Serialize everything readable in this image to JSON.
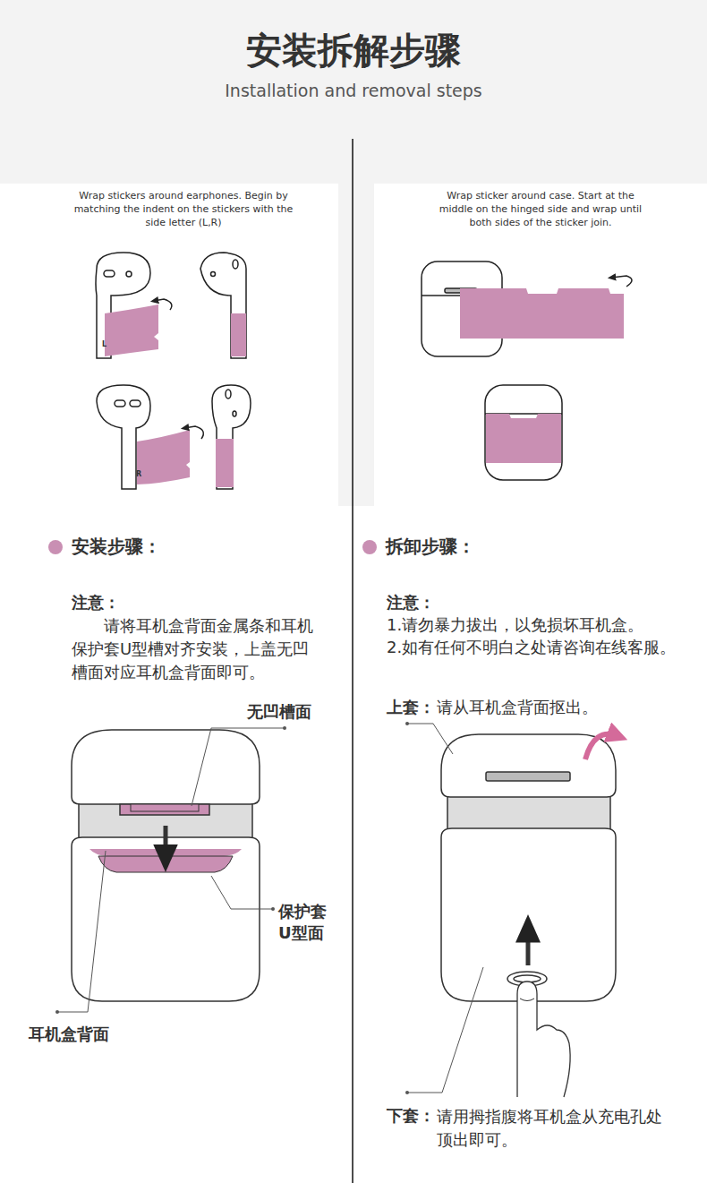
{
  "diagram": {
    "title": "安装拆解步骤",
    "labels": [
      "Installation and removal steps",
      "Wrap stickers around earphones. Begin by matching the indent on the stickers with the side letter (L,R)",
      "L",
      "R",
      "Wrap sticker around case. Start at the middle on the hinged side and wrap until both sides of the sticker join.",
      "安装步骤：",
      "拆卸步骤：",
      "注意：",
      "请将耳机盒背面金属条和耳机保护套U型槽对齐安装，上盖无凹槽面对应耳机盒背面即可。",
      "无凹槽面",
      "保护套 U型面",
      "耳机盒背面",
      "注意：",
      "1.请勿暴力拔出，以免损坏耳机盒。",
      "2.如有任何不明白之处请咨询在线客服。",
      "上套：",
      "请从耳机盒背面抠出。",
      "下套：",
      "请用拇指腹将耳机盒从充电孔处顶出即可。"
    ]
  }
}
